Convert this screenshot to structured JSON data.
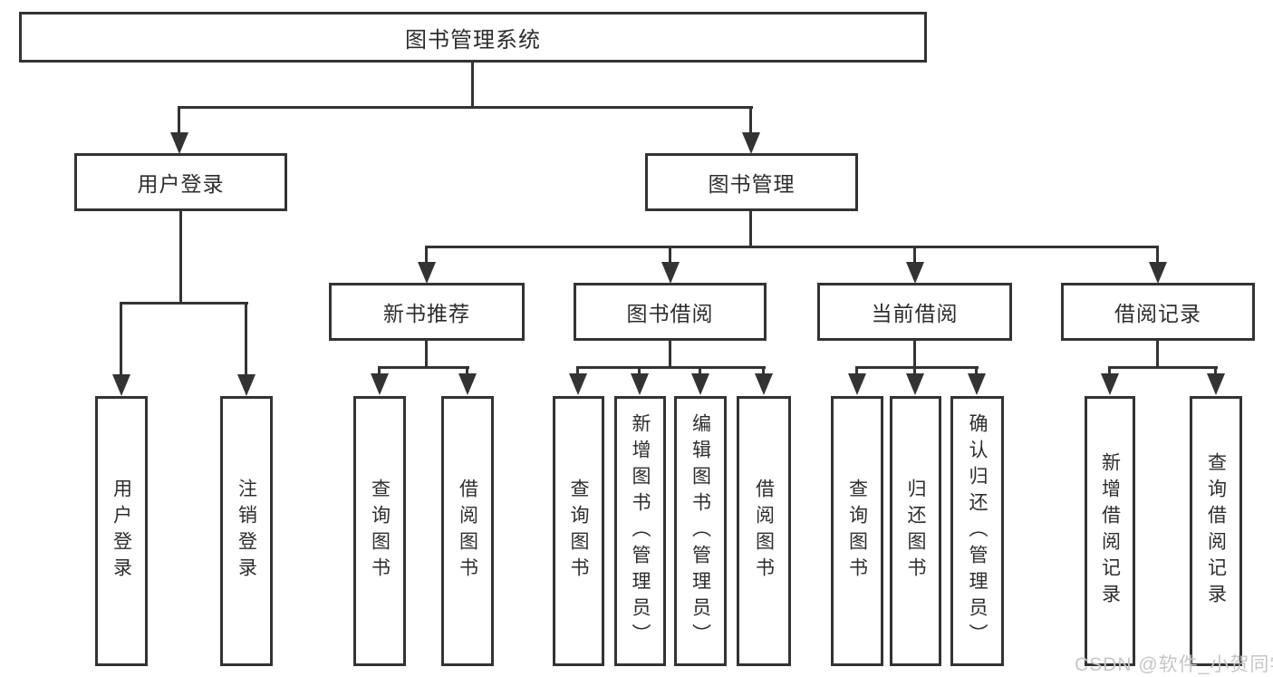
{
  "title": "图书管理系统",
  "tree": {
    "label": "图书管理系统",
    "children": [
      {
        "label": "用户登录",
        "children": [
          {
            "label": "用户登录"
          },
          {
            "label": "注销登录"
          }
        ]
      },
      {
        "label": "图书管理",
        "children": [
          {
            "label": "新书推荐",
            "children": [
              {
                "label": "查询图书"
              },
              {
                "label": "借阅图书"
              }
            ]
          },
          {
            "label": "图书借阅",
            "children": [
              {
                "label": "查询图书"
              },
              {
                "label": "新增图书（管理员）"
              },
              {
                "label": "编辑图书（管理员）"
              },
              {
                "label": "借阅图书"
              }
            ]
          },
          {
            "label": "当前借阅",
            "children": [
              {
                "label": "查询图书"
              },
              {
                "label": "归还图书"
              },
              {
                "label": "确认归还（管理员）"
              }
            ]
          },
          {
            "label": "借阅记录",
            "children": [
              {
                "label": "新增借阅记录"
              },
              {
                "label": "查询借阅记录"
              }
            ]
          }
        ]
      }
    ]
  },
  "watermark": {
    "text": "CSDN @软件_小贺同学"
  },
  "colors": {
    "line": "#333333",
    "text": "#2d2d2d",
    "watermark": "#c6c6c6",
    "background": "#ffffff"
  }
}
